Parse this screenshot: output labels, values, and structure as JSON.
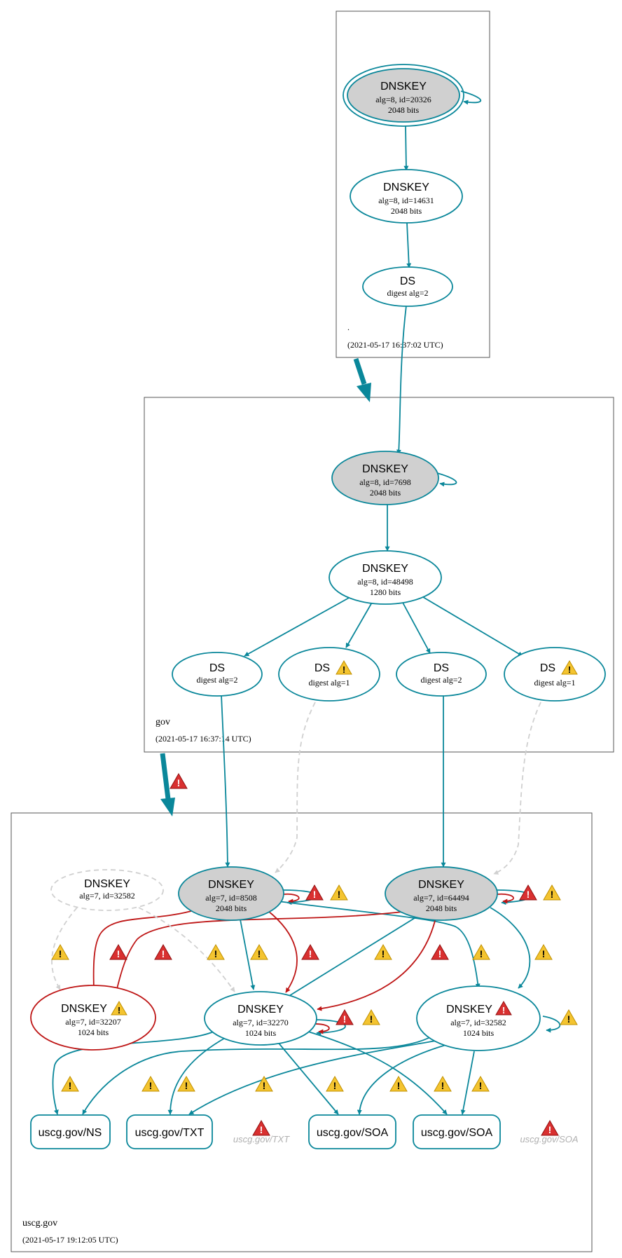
{
  "zones": {
    "root": {
      "name": ".",
      "timestamp": "(2021-05-17 16:37:02 UTC)"
    },
    "gov": {
      "name": "gov",
      "timestamp": "(2021-05-17 16:37:14 UTC)"
    },
    "uscg": {
      "name": "uscg.gov",
      "timestamp": "(2021-05-17 19:12:05 UTC)"
    }
  },
  "nodes": {
    "root_ksk": {
      "title": "DNSKEY",
      "line1": "alg=8, id=20326",
      "line2": "2048 bits"
    },
    "root_zsk": {
      "title": "DNSKEY",
      "line1": "alg=8, id=14631",
      "line2": "2048 bits"
    },
    "root_ds": {
      "title": "DS",
      "line1": "digest alg=2"
    },
    "gov_ksk": {
      "title": "DNSKEY",
      "line1": "alg=8, id=7698",
      "line2": "2048 bits"
    },
    "gov_zsk": {
      "title": "DNSKEY",
      "line1": "alg=8, id=48498",
      "line2": "1280 bits"
    },
    "gov_ds1": {
      "title": "DS",
      "line1": "digest alg=2"
    },
    "gov_ds2": {
      "title": "DS",
      "line1": "digest alg=1"
    },
    "gov_ds3": {
      "title": "DS",
      "line1": "digest alg=2"
    },
    "gov_ds4": {
      "title": "DS",
      "line1": "digest alg=1"
    },
    "uscg_missing": {
      "title": "DNSKEY",
      "line1": "alg=7, id=32582"
    },
    "uscg_k8508": {
      "title": "DNSKEY",
      "line1": "alg=7, id=8508",
      "line2": "2048 bits"
    },
    "uscg_k64494": {
      "title": "DNSKEY",
      "line1": "alg=7, id=64494",
      "line2": "2048 bits"
    },
    "uscg_k32207": {
      "title": "DNSKEY",
      "line1": "alg=7, id=32207",
      "line2": "1024 bits"
    },
    "uscg_k32270": {
      "title": "DNSKEY",
      "line1": "alg=7, id=32270",
      "line2": "1024 bits"
    },
    "uscg_k32582": {
      "title": "DNSKEY",
      "line1": "alg=7, id=32582",
      "line2": "1024 bits"
    }
  },
  "records": {
    "ns": "uscg.gov/NS",
    "txt": "uscg.gov/TXT",
    "txt_missing": "uscg.gov/TXT",
    "soa1": "uscg.gov/SOA",
    "soa2": "uscg.gov/SOA",
    "soa_missing": "uscg.gov/SOA"
  },
  "colors": {
    "secure": "#0a879a",
    "bogus": "#be1515",
    "insecure": "#d0d0d0",
    "key_fill": "#d0d0d0",
    "warning": "#f4c430",
    "error": "#d93030",
    "muted_text": "#b0b0b0"
  }
}
